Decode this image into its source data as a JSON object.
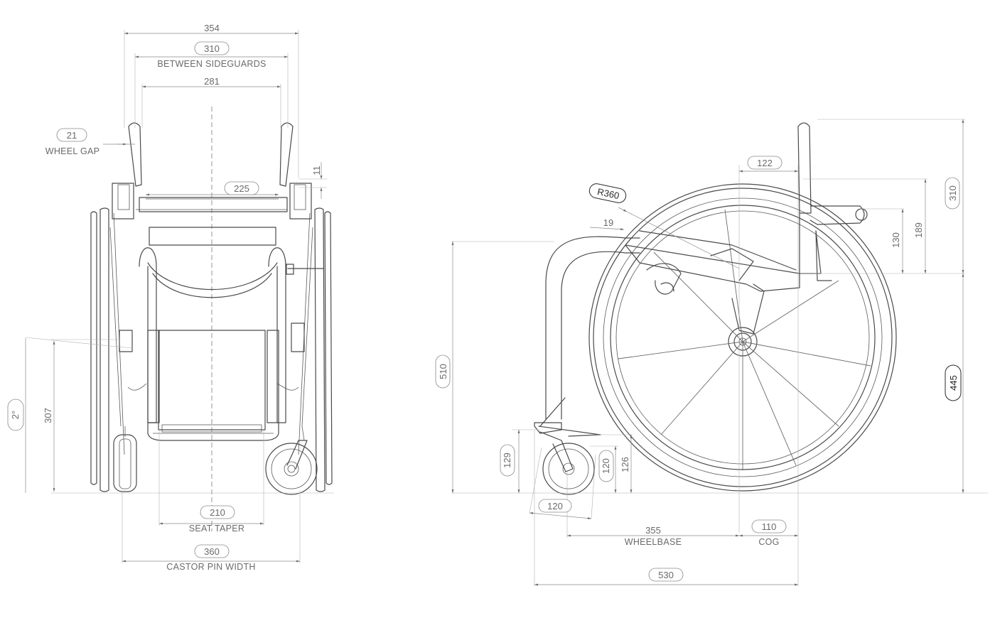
{
  "front_view": {
    "width_354": "354",
    "between_sideguards_value": "310",
    "between_sideguards_caption": "BETWEEN SIDEGUARDS",
    "width_281": "281",
    "wheel_gap_value": "21",
    "wheel_gap_caption": "WHEEL GAP",
    "height_11": "11",
    "width_225": "225",
    "camber_angle": "2°",
    "height_307": "307",
    "seat_taper_value": "210",
    "seat_taper_caption": "SEAT TAPER",
    "castor_pin_width_value": "360",
    "castor_pin_width_caption": "CASTOR PIN WIDTH"
  },
  "side_view": {
    "radius": "R360",
    "dim_19": "19",
    "dim_122": "122",
    "dim_310": "310",
    "dim_130": "130",
    "dim_189": "189",
    "dim_510": "510",
    "dim_445": "445",
    "dim_129": "129",
    "dim_120_vertical": "120",
    "dim_126": "126",
    "dim_120_castor": "120",
    "wheelbase_value": "355",
    "wheelbase_caption": "WHEELBASE",
    "cog_value": "110",
    "cog_caption": "COG",
    "overall_length": "530"
  },
  "colors": {
    "line": "#4a4a4a",
    "dimension": "#8a8a8a",
    "text": "#6a6a6a",
    "background": "#ffffff"
  }
}
